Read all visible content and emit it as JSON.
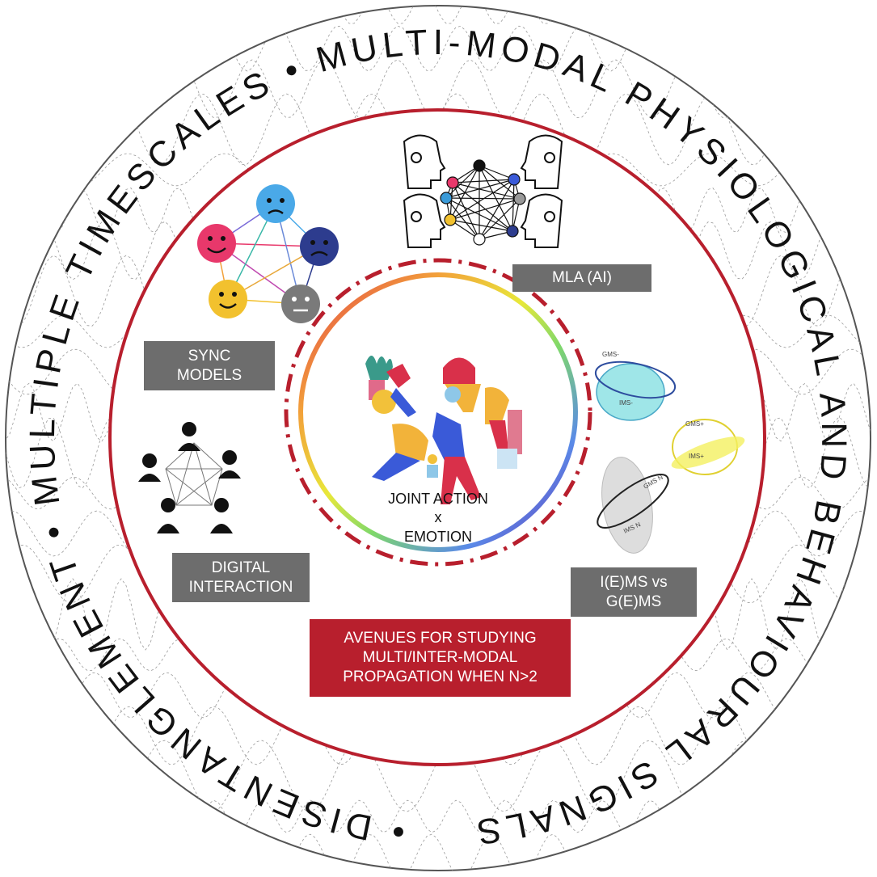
{
  "ring_text": "• DISENTANGLEMENT • MULTIPLE TIMESCALES • MULTI-MODAL PHYSIOLOGICAL AND BEHAVIOURAL SIGNALS",
  "center": {
    "line1": "JOINT ACTION",
    "line2": "x",
    "line3": "EMOTION"
  },
  "boxes": {
    "sync_models": "SYNC MODELS",
    "mla": "MLA (AI)",
    "digital_interaction": "DIGITAL INTERACTION",
    "iems": "I(E)MS vs G(E)MS",
    "avenues": "AVENUES FOR STUDYING MULTI/INTER-MODAL PROPAGATION WHEN N>2"
  },
  "ellipse_labels": {
    "gms_minus": "GMS-",
    "ims_minus": "IMS-",
    "gms_plus": "GMS+",
    "ims_plus": "IMS+",
    "gms_n": "GMS N",
    "ims_n": "IMS N"
  },
  "colors": {
    "accent_red": "#b81f2d",
    "box_gray": "#6d6d6d"
  }
}
